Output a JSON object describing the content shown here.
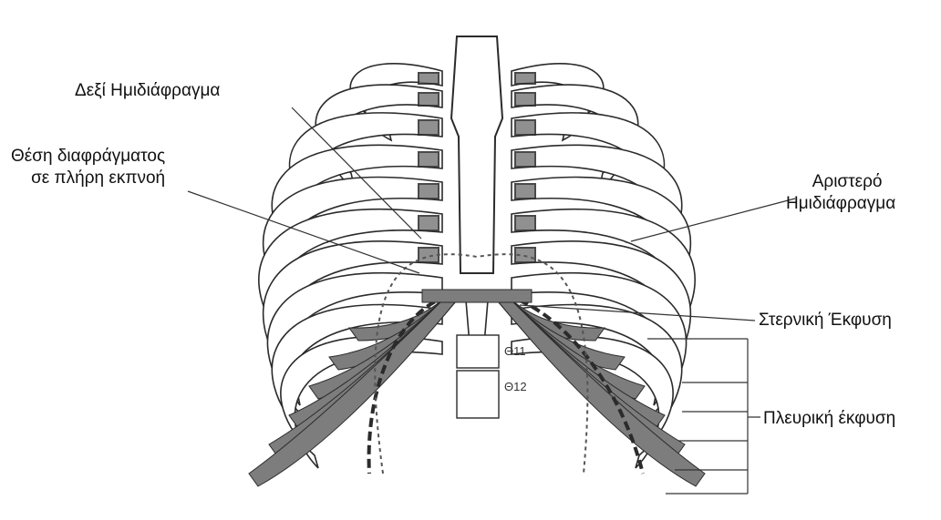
{
  "labels": {
    "right_hemidiaphragm": "Δεξί Ημιδιάφραγμα",
    "expiration_line1": "Θέση διαφράγματος",
    "expiration_line2": "σε πλήρη εκπνοή",
    "left_line1": "Αριστερό",
    "left_line2": "Ημιδιάφραγμα",
    "sternal": "Στερνική Έκφυση",
    "costal": "Πλευρική έκφυση"
  },
  "vertebrae": {
    "t11": "Θ11",
    "t12": "Θ12"
  },
  "colors": {
    "line": "#2b2b2b",
    "muscle": "#7d7d7d",
    "bone": "#ffffff",
    "background": "#ffffff"
  }
}
